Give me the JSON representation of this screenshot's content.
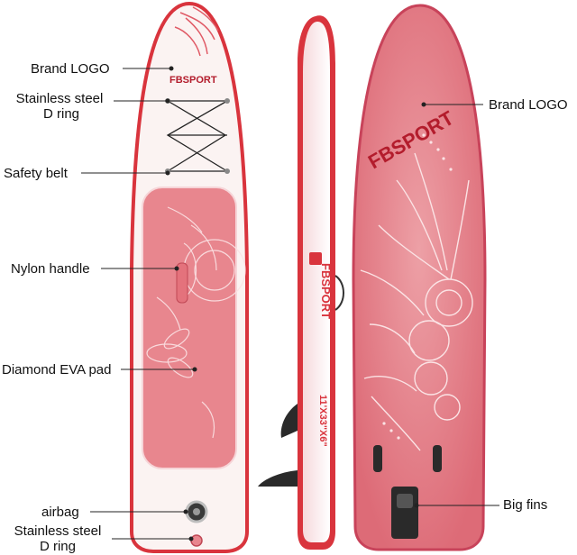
{
  "boards": {
    "brand_text": "FBSPORT",
    "size_text": "11'X33\"X6\""
  },
  "labels": {
    "brand_logo_left": "Brand LOGO",
    "d_ring_top_line1": "Stainless steel",
    "d_ring_top_line2": "D ring",
    "safety_belt": "Safety belt",
    "nylon_handle": "Nylon handle",
    "eva_pad": "Diamond EVA pad",
    "airbag": "airbag",
    "d_ring_bottom_line1": "Stainless steel",
    "d_ring_bottom_line2": "D ring",
    "brand_logo_right": "Brand LOGO",
    "big_fins": "Big fins"
  },
  "colors": {
    "deck_white": "#fbf3f2",
    "board_red": "#d9343d",
    "pad_pink": "#e8868e",
    "bottom_pink": "#e27c86",
    "pattern_white": "#fbe3e5",
    "fin_black": "#2a2a2a",
    "brand_dark": "#b31c2c"
  }
}
